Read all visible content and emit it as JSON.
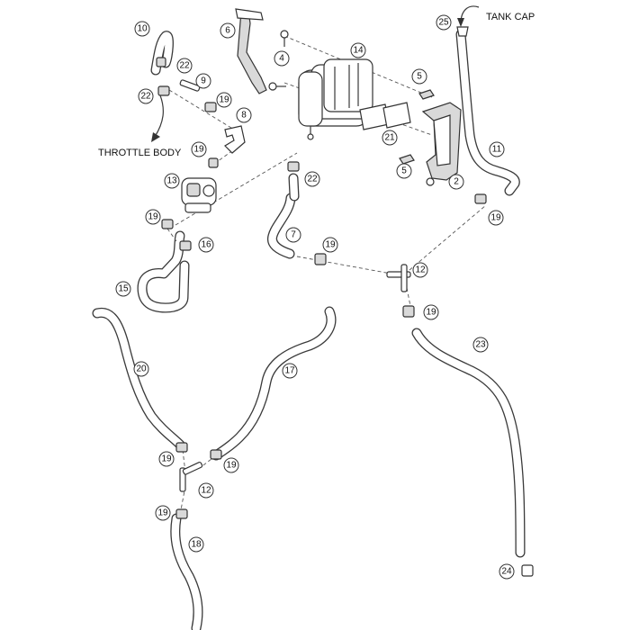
{
  "labels": {
    "throttle_body": "THROTTLE BODY",
    "tank_cap": "TANK CAP"
  },
  "callouts": [
    {
      "id": "c10",
      "number": "10"
    },
    {
      "id": "c6",
      "number": "6"
    },
    {
      "id": "c25",
      "number": "25"
    },
    {
      "id": "c22a",
      "number": "22"
    },
    {
      "id": "c22b",
      "number": "22"
    },
    {
      "id": "c9",
      "number": "9"
    },
    {
      "id": "c4",
      "number": "4"
    },
    {
      "id": "c14",
      "number": "14"
    },
    {
      "id": "c5a",
      "number": "5"
    },
    {
      "id": "c19a",
      "number": "19"
    },
    {
      "id": "c8",
      "number": "8"
    },
    {
      "id": "c21",
      "number": "21"
    },
    {
      "id": "c11",
      "number": "11"
    },
    {
      "id": "c19b",
      "number": "19"
    },
    {
      "id": "c5b",
      "number": "5"
    },
    {
      "id": "c13",
      "number": "13"
    },
    {
      "id": "c22c",
      "number": "22"
    },
    {
      "id": "c2",
      "number": "2"
    },
    {
      "id": "c19c",
      "number": "19"
    },
    {
      "id": "c19d",
      "number": "19"
    },
    {
      "id": "c16",
      "number": "16"
    },
    {
      "id": "c7",
      "number": "7"
    },
    {
      "id": "c19e",
      "number": "19"
    },
    {
      "id": "c12a",
      "number": "12"
    },
    {
      "id": "c15",
      "number": "15"
    },
    {
      "id": "c19f",
      "number": "19"
    },
    {
      "id": "c23",
      "number": "23"
    },
    {
      "id": "c20",
      "number": "20"
    },
    {
      "id": "c17",
      "number": "17"
    },
    {
      "id": "c19g",
      "number": "19"
    },
    {
      "id": "c19h",
      "number": "19"
    },
    {
      "id": "c12b",
      "number": "12"
    },
    {
      "id": "c19i",
      "number": "19"
    },
    {
      "id": "c18",
      "number": "18"
    },
    {
      "id": "c24",
      "number": "24"
    }
  ]
}
